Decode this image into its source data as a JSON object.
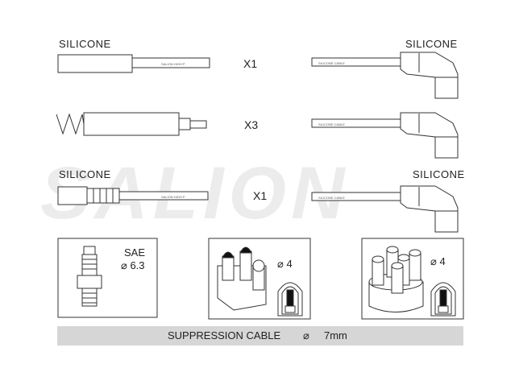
{
  "watermark": "SALION",
  "rows": [
    {
      "left_label": "SILICONE",
      "right_label": "SILICONE",
      "multiplier": "X1"
    },
    {
      "left_label": "",
      "right_label": "",
      "multiplier": "X3"
    },
    {
      "left_label": "SILICONE",
      "right_label": "SILICONE",
      "multiplier": "X1"
    }
  ],
  "panels": {
    "spark_plug": {
      "line1": "SAE",
      "line2": "⌀ 6.3"
    },
    "distributor_1": {
      "size": "⌀ 4"
    },
    "distributor_2": {
      "size": "⌀ 4"
    }
  },
  "cable_print": {
    "left": "SALION HIGH P",
    "right": "SILICONE CABLE"
  },
  "footer": {
    "label": "SUPPRESSION CABLE",
    "symbol": "⌀",
    "size": "7mm"
  }
}
